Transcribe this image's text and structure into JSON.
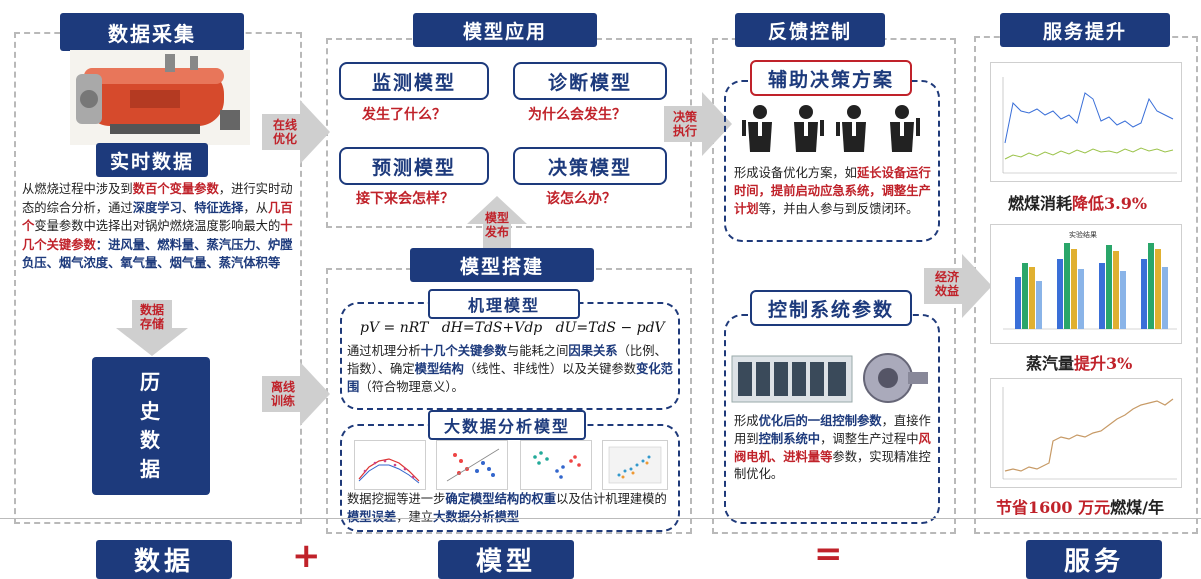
{
  "columns": {
    "data_collection": "数据采集",
    "model_application": "模型应用",
    "feedback_control": "反馈控制",
    "service_upgrade": "服务提升"
  },
  "data_collection": {
    "realtime_label": "实时数据",
    "description_parts": [
      {
        "t": "从燃烧过程中涉及到",
        "s": ""
      },
      {
        "t": "数百个变量参数",
        "s": "red"
      },
      {
        "t": "，进行实时动态的综合分析，通过",
        "s": ""
      },
      {
        "t": "深度学习",
        "s": "blue"
      },
      {
        "t": "、",
        "s": ""
      },
      {
        "t": "特征选择",
        "s": "blue"
      },
      {
        "t": "，从",
        "s": ""
      },
      {
        "t": "几百个",
        "s": "red"
      },
      {
        "t": "变量参数中选择出对锅炉燃烧温度影响最大的",
        "s": ""
      },
      {
        "t": "十几个关键参数",
        "s": "red"
      },
      {
        "t": "：进风量、燃料量、蒸汽压力、炉膛负压、烟气浓度、氧气量、烟气量、蒸汽体积等",
        "s": "blue"
      }
    ],
    "storage_arrow": "数据\n存储",
    "history_label": "历\n史\n数\n据"
  },
  "model_application": {
    "models": [
      {
        "name": "监测模型",
        "question": "发生了什么？"
      },
      {
        "name": "诊断模型",
        "question": "为什么会发生？"
      },
      {
        "name": "预测模型",
        "question": "接下来会怎样？"
      },
      {
        "name": "决策模型",
        "question": "该怎么办？"
      }
    ],
    "publish_arrow": "模型\n发布"
  },
  "arrows": {
    "online_opt": "在线\n优化",
    "offline_train": "离线\n训练",
    "decision_exec": "决策\n执行",
    "economic_benefit": "经济\n效益"
  },
  "model_building": {
    "title": "模型搭建",
    "mechanism_title": "机理模型",
    "formula": "pV = nRT   dH=TdS+Vdp   dU=TdS − pdV",
    "mechanism_parts": [
      {
        "t": "通过机理分析",
        "s": ""
      },
      {
        "t": "十几个关键参数",
        "s": "blue"
      },
      {
        "t": "与能耗之间",
        "s": ""
      },
      {
        "t": "因果关系",
        "s": "blue"
      },
      {
        "t": "（比例、指数）、确定",
        "s": ""
      },
      {
        "t": "模型结构",
        "s": "blue"
      },
      {
        "t": "（线性、非线性）以及关键参数",
        "s": ""
      },
      {
        "t": "变化范围",
        "s": "blue"
      },
      {
        "t": "（符合物理意义）。",
        "s": ""
      }
    ],
    "bigdata_title": "大数据分析模型",
    "bigdata_parts": [
      {
        "t": "数据挖掘等进一步",
        "s": ""
      },
      {
        "t": "确定模型结构的权重",
        "s": "blue"
      },
      {
        "t": "以及估计机理建模的",
        "s": ""
      },
      {
        "t": "模型误差",
        "s": "blue"
      },
      {
        "t": "，建立",
        "s": ""
      },
      {
        "t": "大数据分析模型",
        "s": "blue"
      }
    ]
  },
  "feedback_control": {
    "decision_title": "辅助决策方案",
    "decision_parts": [
      {
        "t": "形成设备优化方案，如",
        "s": ""
      },
      {
        "t": "延长设备运行时间，提前启动应急系统，调整生产计划",
        "s": "red"
      },
      {
        "t": "等，并由人参与到反馈闭环。",
        "s": ""
      }
    ],
    "control_title": "控制系统参数",
    "control_parts": [
      {
        "t": "形成",
        "s": ""
      },
      {
        "t": "优化后的一组控制参数",
        "s": "blue"
      },
      {
        "t": "，直接作用到",
        "s": ""
      },
      {
        "t": "控制系统中",
        "s": "blue"
      },
      {
        "t": "，调整生产过程中",
        "s": ""
      },
      {
        "t": "风阀电机、进料量等",
        "s": "red"
      },
      {
        "t": "参数，实现精准控制优化。",
        "s": ""
      }
    ]
  },
  "service_upgrade": {
    "results": [
      {
        "prefix": "燃煤消耗",
        "highlight": "降低3.9%",
        "suffix": ""
      },
      {
        "prefix": "蒸汽量",
        "highlight": "提升3%",
        "suffix": ""
      },
      {
        "prefix": "节省1600 万元",
        "highlight": "",
        "suffix": "燃煤/年"
      }
    ],
    "bar_chart_title": "实验结果"
  },
  "bottom": {
    "data": "数据",
    "plus": "+",
    "model": "模型",
    "equals": "=",
    "service": "服务"
  },
  "colors": {
    "navy": "#1d3a7c",
    "red": "#c0222a",
    "grey": "#b9b9b9"
  }
}
